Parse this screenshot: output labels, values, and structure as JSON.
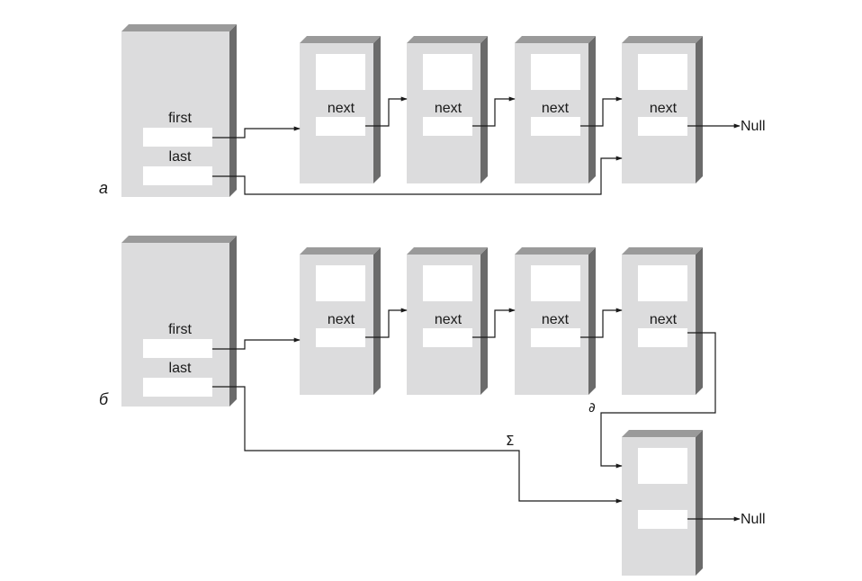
{
  "colors": {
    "node_face": "#dcdcdd",
    "node_side": "#6b6b6b",
    "node_top": "#9a9a9a",
    "field": "#ffffff",
    "line": "#1a1a1a"
  },
  "diagram_a": {
    "label": "а",
    "head": {
      "first_label": "first",
      "last_label": "last"
    },
    "nodes": [
      {
        "next_label": "next"
      },
      {
        "next_label": "next"
      },
      {
        "next_label": "next"
      },
      {
        "next_label": "next"
      }
    ],
    "terminal_label": "Null"
  },
  "diagram_b": {
    "label": "б",
    "head": {
      "first_label": "first",
      "last_label": "last"
    },
    "nodes": [
      {
        "next_label": "next"
      },
      {
        "next_label": "next"
      },
      {
        "next_label": "next"
      },
      {
        "next_label": "next"
      }
    ],
    "new_node": {
      "terminal_label": "Null"
    },
    "marker_next": "∂",
    "marker_last": "Σ"
  }
}
